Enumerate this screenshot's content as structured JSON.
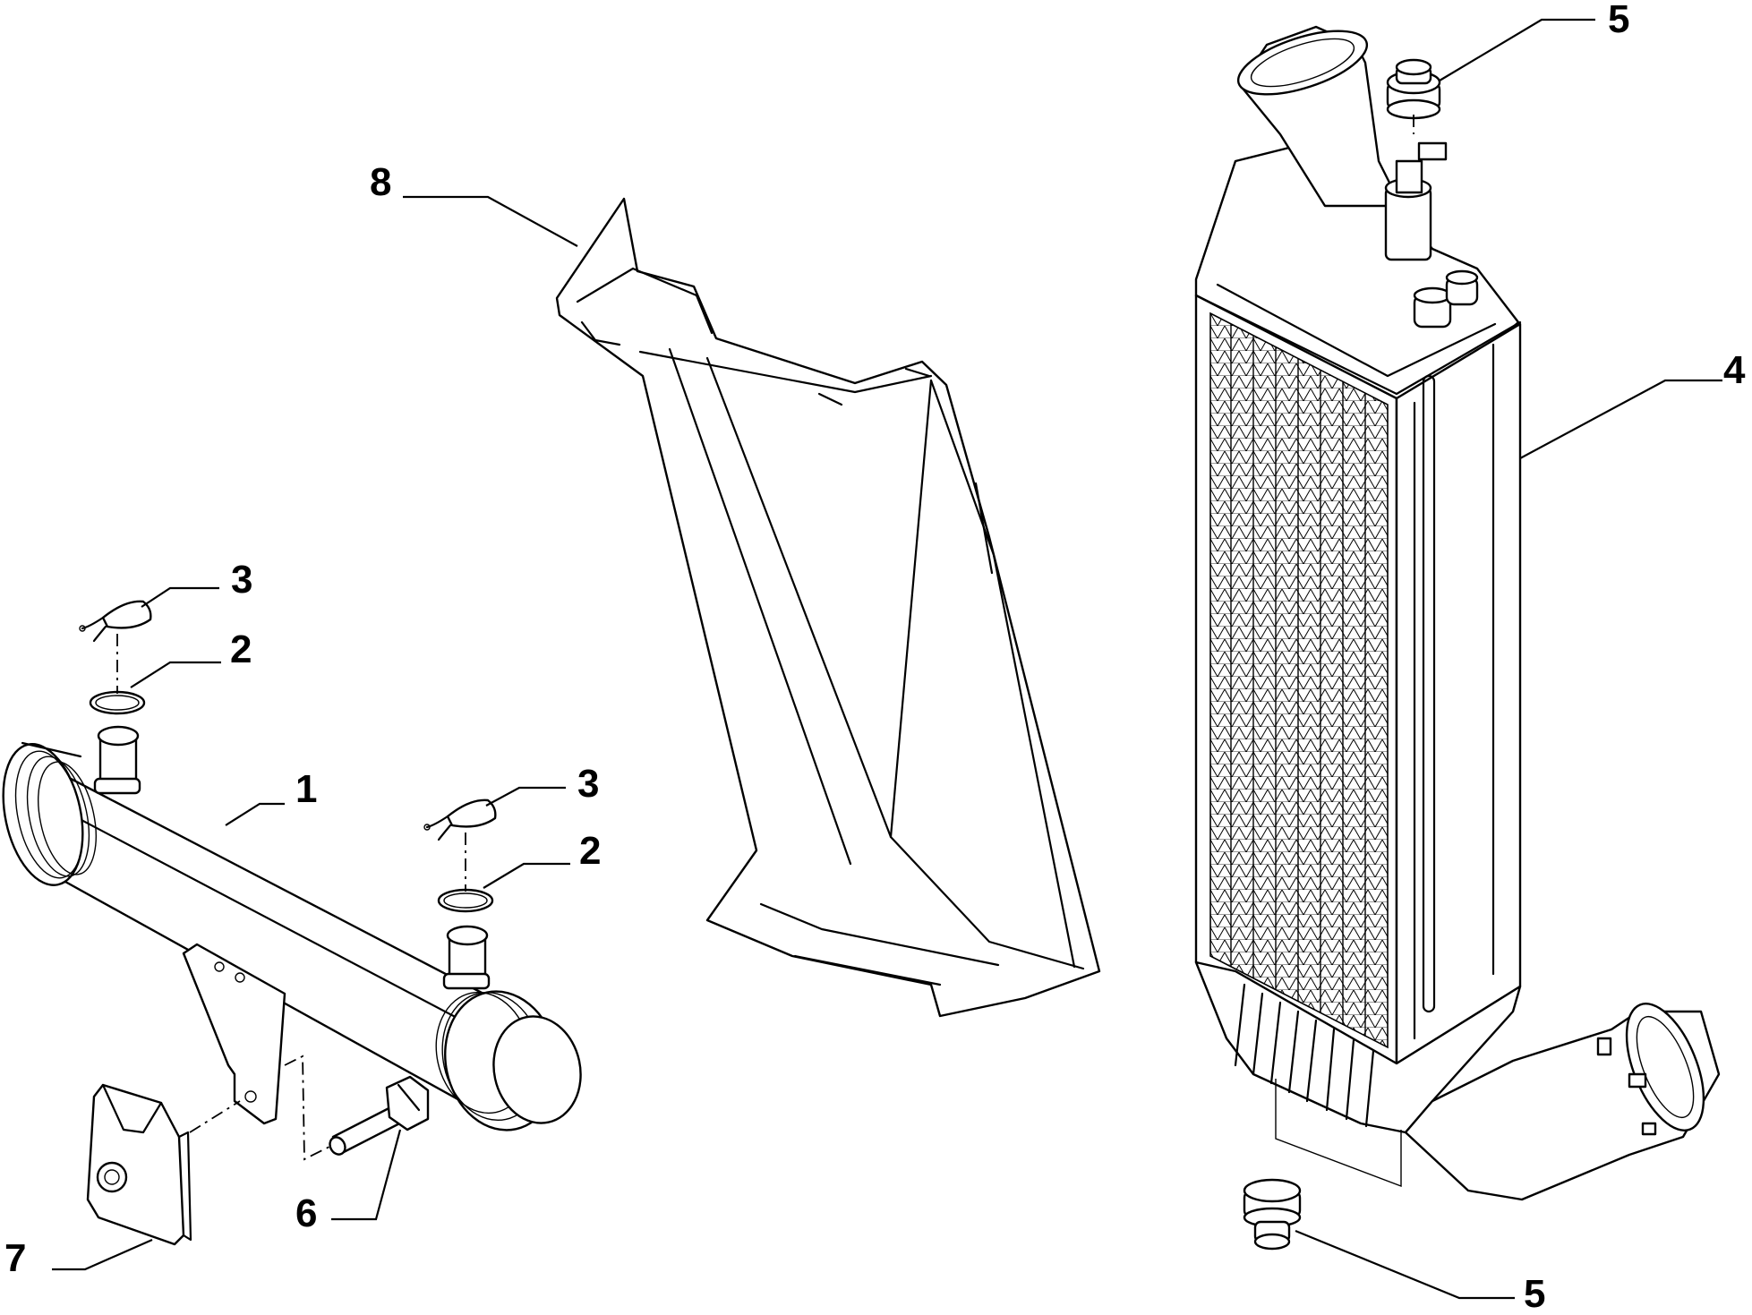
{
  "diagram": {
    "callouts": [
      {
        "id": "c1",
        "label": "1"
      },
      {
        "id": "c2a",
        "label": "2"
      },
      {
        "id": "c2b",
        "label": "2"
      },
      {
        "id": "c3a",
        "label": "3"
      },
      {
        "id": "c3b",
        "label": "3"
      },
      {
        "id": "c4",
        "label": "4"
      },
      {
        "id": "c5a",
        "label": "5"
      },
      {
        "id": "c5b",
        "label": "5"
      },
      {
        "id": "c6",
        "label": "6"
      },
      {
        "id": "c7",
        "label": "7"
      },
      {
        "id": "c8",
        "label": "8"
      }
    ]
  }
}
